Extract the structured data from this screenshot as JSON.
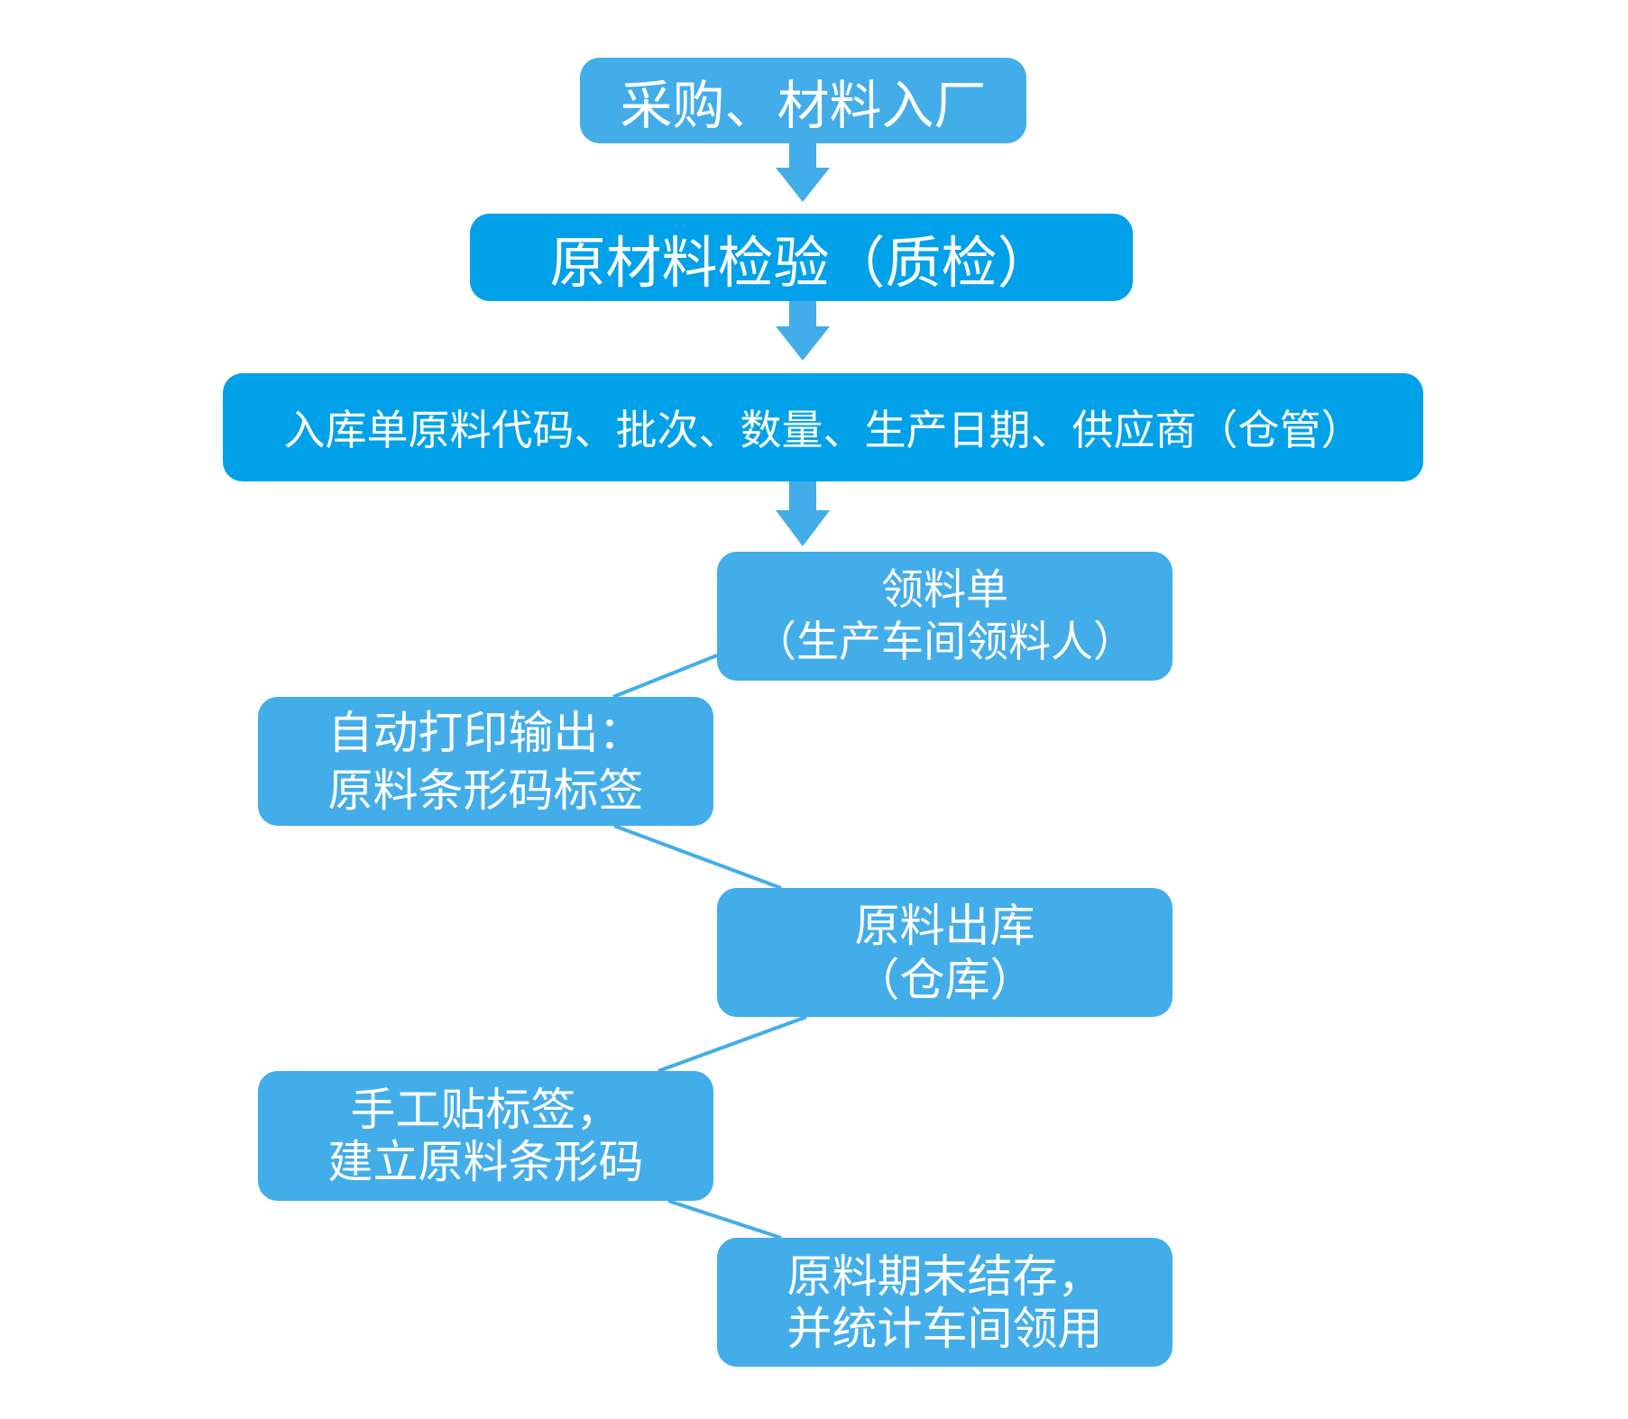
{
  "diagram": {
    "colors": {
      "node_light": "#42ADE9",
      "node_dark": "#00A1E9",
      "arrow": "#42ADE9",
      "connector": "#42ADE9",
      "text": "#FFFFFF"
    },
    "nodes": [
      {
        "id": "n1",
        "lines": [
          "采购、材料入厂"
        ]
      },
      {
        "id": "n2",
        "lines": [
          "原材料检验（质检）"
        ]
      },
      {
        "id": "n3",
        "lines": [
          "入库单原料代码、批次、数量、生产日期、供应商（仓管）"
        ]
      },
      {
        "id": "n4",
        "lines": [
          "领料单",
          "（生产车间领料人）"
        ]
      },
      {
        "id": "n5",
        "lines": [
          "自动打印输出：",
          "原料条形码标签"
        ]
      },
      {
        "id": "n6",
        "lines": [
          "原料出库",
          "（仓库）"
        ]
      },
      {
        "id": "n7",
        "lines": [
          "手工贴标签，",
          "建立原料条形码"
        ]
      },
      {
        "id": "n8",
        "lines": [
          "原料期末结存，",
          "并统计车间领用"
        ]
      }
    ],
    "edges": [
      {
        "from": "n1",
        "to": "n2",
        "style": "arrow"
      },
      {
        "from": "n2",
        "to": "n3",
        "style": "arrow"
      },
      {
        "from": "n3",
        "to": "n4",
        "style": "arrow"
      },
      {
        "from": "n4",
        "to": "n5",
        "style": "line"
      },
      {
        "from": "n5",
        "to": "n6",
        "style": "line"
      },
      {
        "from": "n6",
        "to": "n7",
        "style": "line"
      },
      {
        "from": "n7",
        "to": "n8",
        "style": "line"
      }
    ]
  }
}
